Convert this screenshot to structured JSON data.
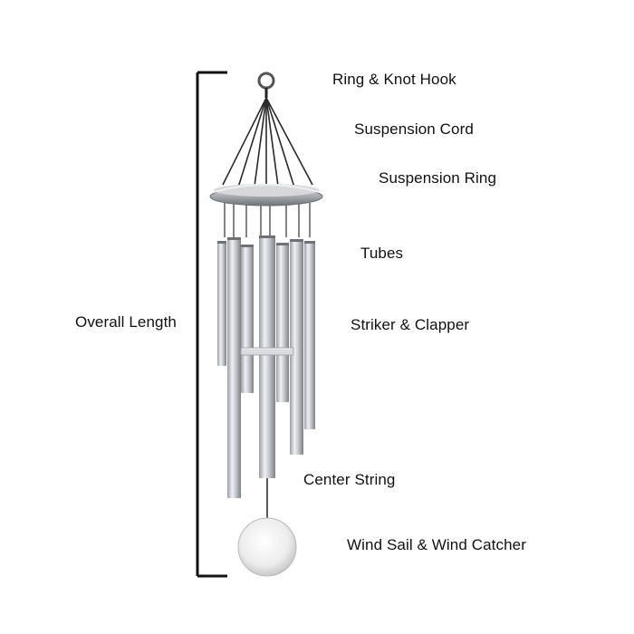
{
  "labels": {
    "ring_knot_hook": "Ring & Knot Hook",
    "suspension_cord": "Suspension Cord",
    "suspension_ring": "Suspension Ring",
    "tubes": "Tubes",
    "overall_length": "Overall Length",
    "striker_clapper": "Striker & Clapper",
    "center_string": "Center String",
    "wind_sail": "Wind Sail & Wind Catcher"
  },
  "colors": {
    "background": "#ffffff",
    "text": "#111111",
    "bracket": "#111111",
    "tube_light": "#e4e6ea",
    "tube_dark": "#8d9096",
    "cord": "#2a2a2a",
    "sail": "#eeeeee"
  }
}
